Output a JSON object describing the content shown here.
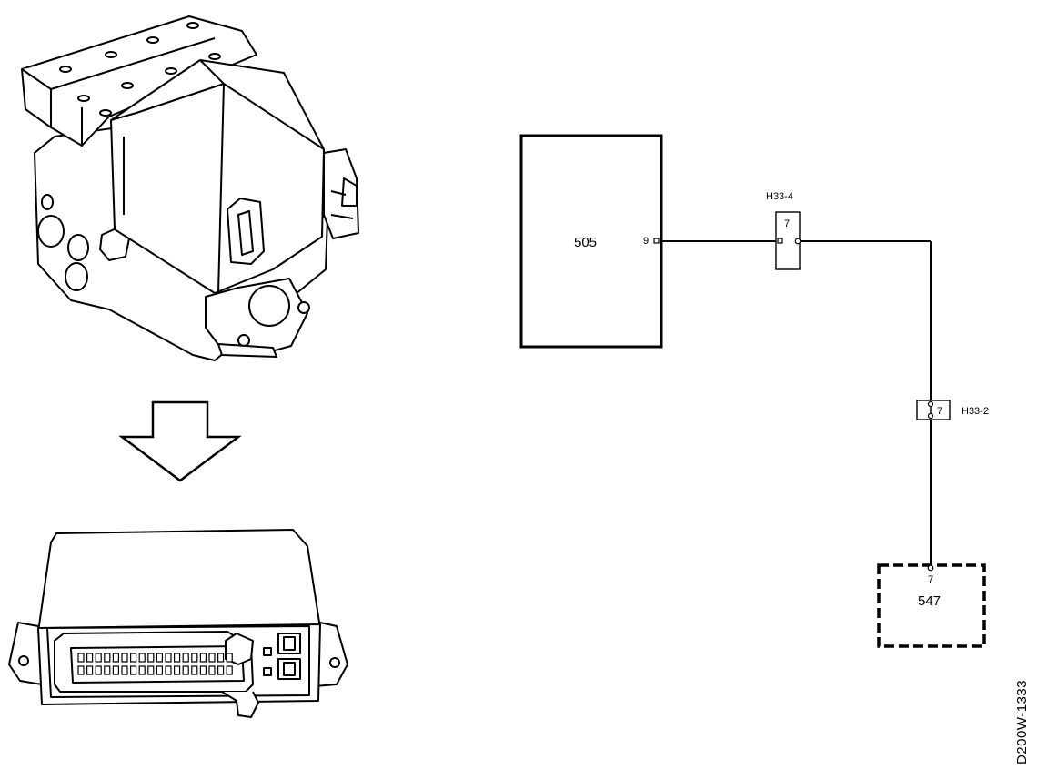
{
  "modules": {
    "ecu_505": {
      "label": "505",
      "pin": "9"
    },
    "module_547": {
      "label": "547",
      "pin": "7"
    }
  },
  "connectors": {
    "h33_4": {
      "label": "H33-4",
      "pin": "7"
    },
    "h33_2": {
      "label": "H33-2",
      "pin": "7"
    }
  },
  "figure_code": "D200W-1333",
  "icons": {
    "abs_unit": "abs-hydraulic-unit-icon",
    "arrow": "down-arrow-icon",
    "control_module": "control-module-icon"
  },
  "colors": {
    "line": "#000000",
    "background": "#ffffff"
  }
}
